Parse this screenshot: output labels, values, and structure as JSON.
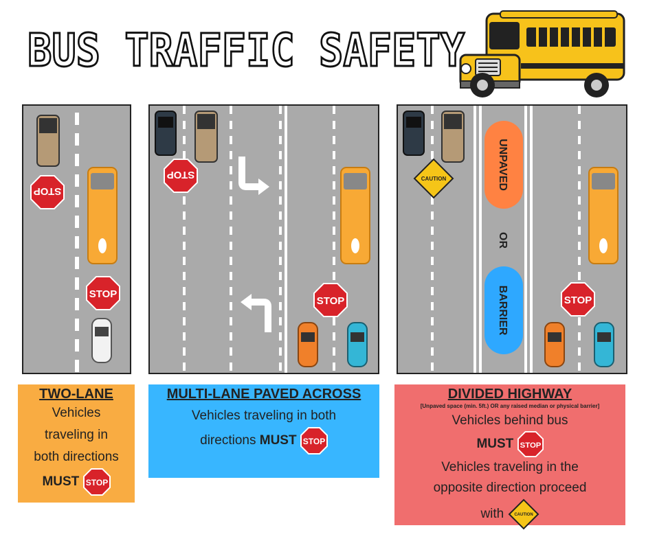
{
  "title": "BUS TRAFFIC SAFETY",
  "signs": {
    "stop": "STOP",
    "caution": "CAUTION"
  },
  "median": {
    "top": "UNPAVED",
    "or": "OR",
    "bottom": "BARRIER"
  },
  "two_lane": {
    "heading": "TWO-LANE",
    "lines": [
      "Vehicles",
      "traveling in",
      "both directions"
    ],
    "must": "MUST"
  },
  "multi_lane": {
    "heading": "MULTI-LANE PAVED ACROSS",
    "line1": "Vehicles traveling in both",
    "line2": "directions",
    "must": "MUST"
  },
  "divided": {
    "heading": "DIVIDED HIGHWAY",
    "note": "[Unpaved space (min. 5ft.) OR any raised median or physical barrier]",
    "line1": "Vehicles behind bus",
    "must": "MUST",
    "line2": "Vehicles traveling in the",
    "line3": "opposite direction proceed",
    "with": "with"
  },
  "colors": {
    "road": "#aaaaaa",
    "stop_sign": "#d8232a",
    "caution_sign": "#f5c518",
    "bus": "#f8a935",
    "two_lane_box": "#f9ac42",
    "multi_lane_box": "#38b6ff",
    "divided_box": "#f06e6e",
    "median_unpaved": "#ff8242",
    "median_barrier": "#2ea8ff"
  }
}
